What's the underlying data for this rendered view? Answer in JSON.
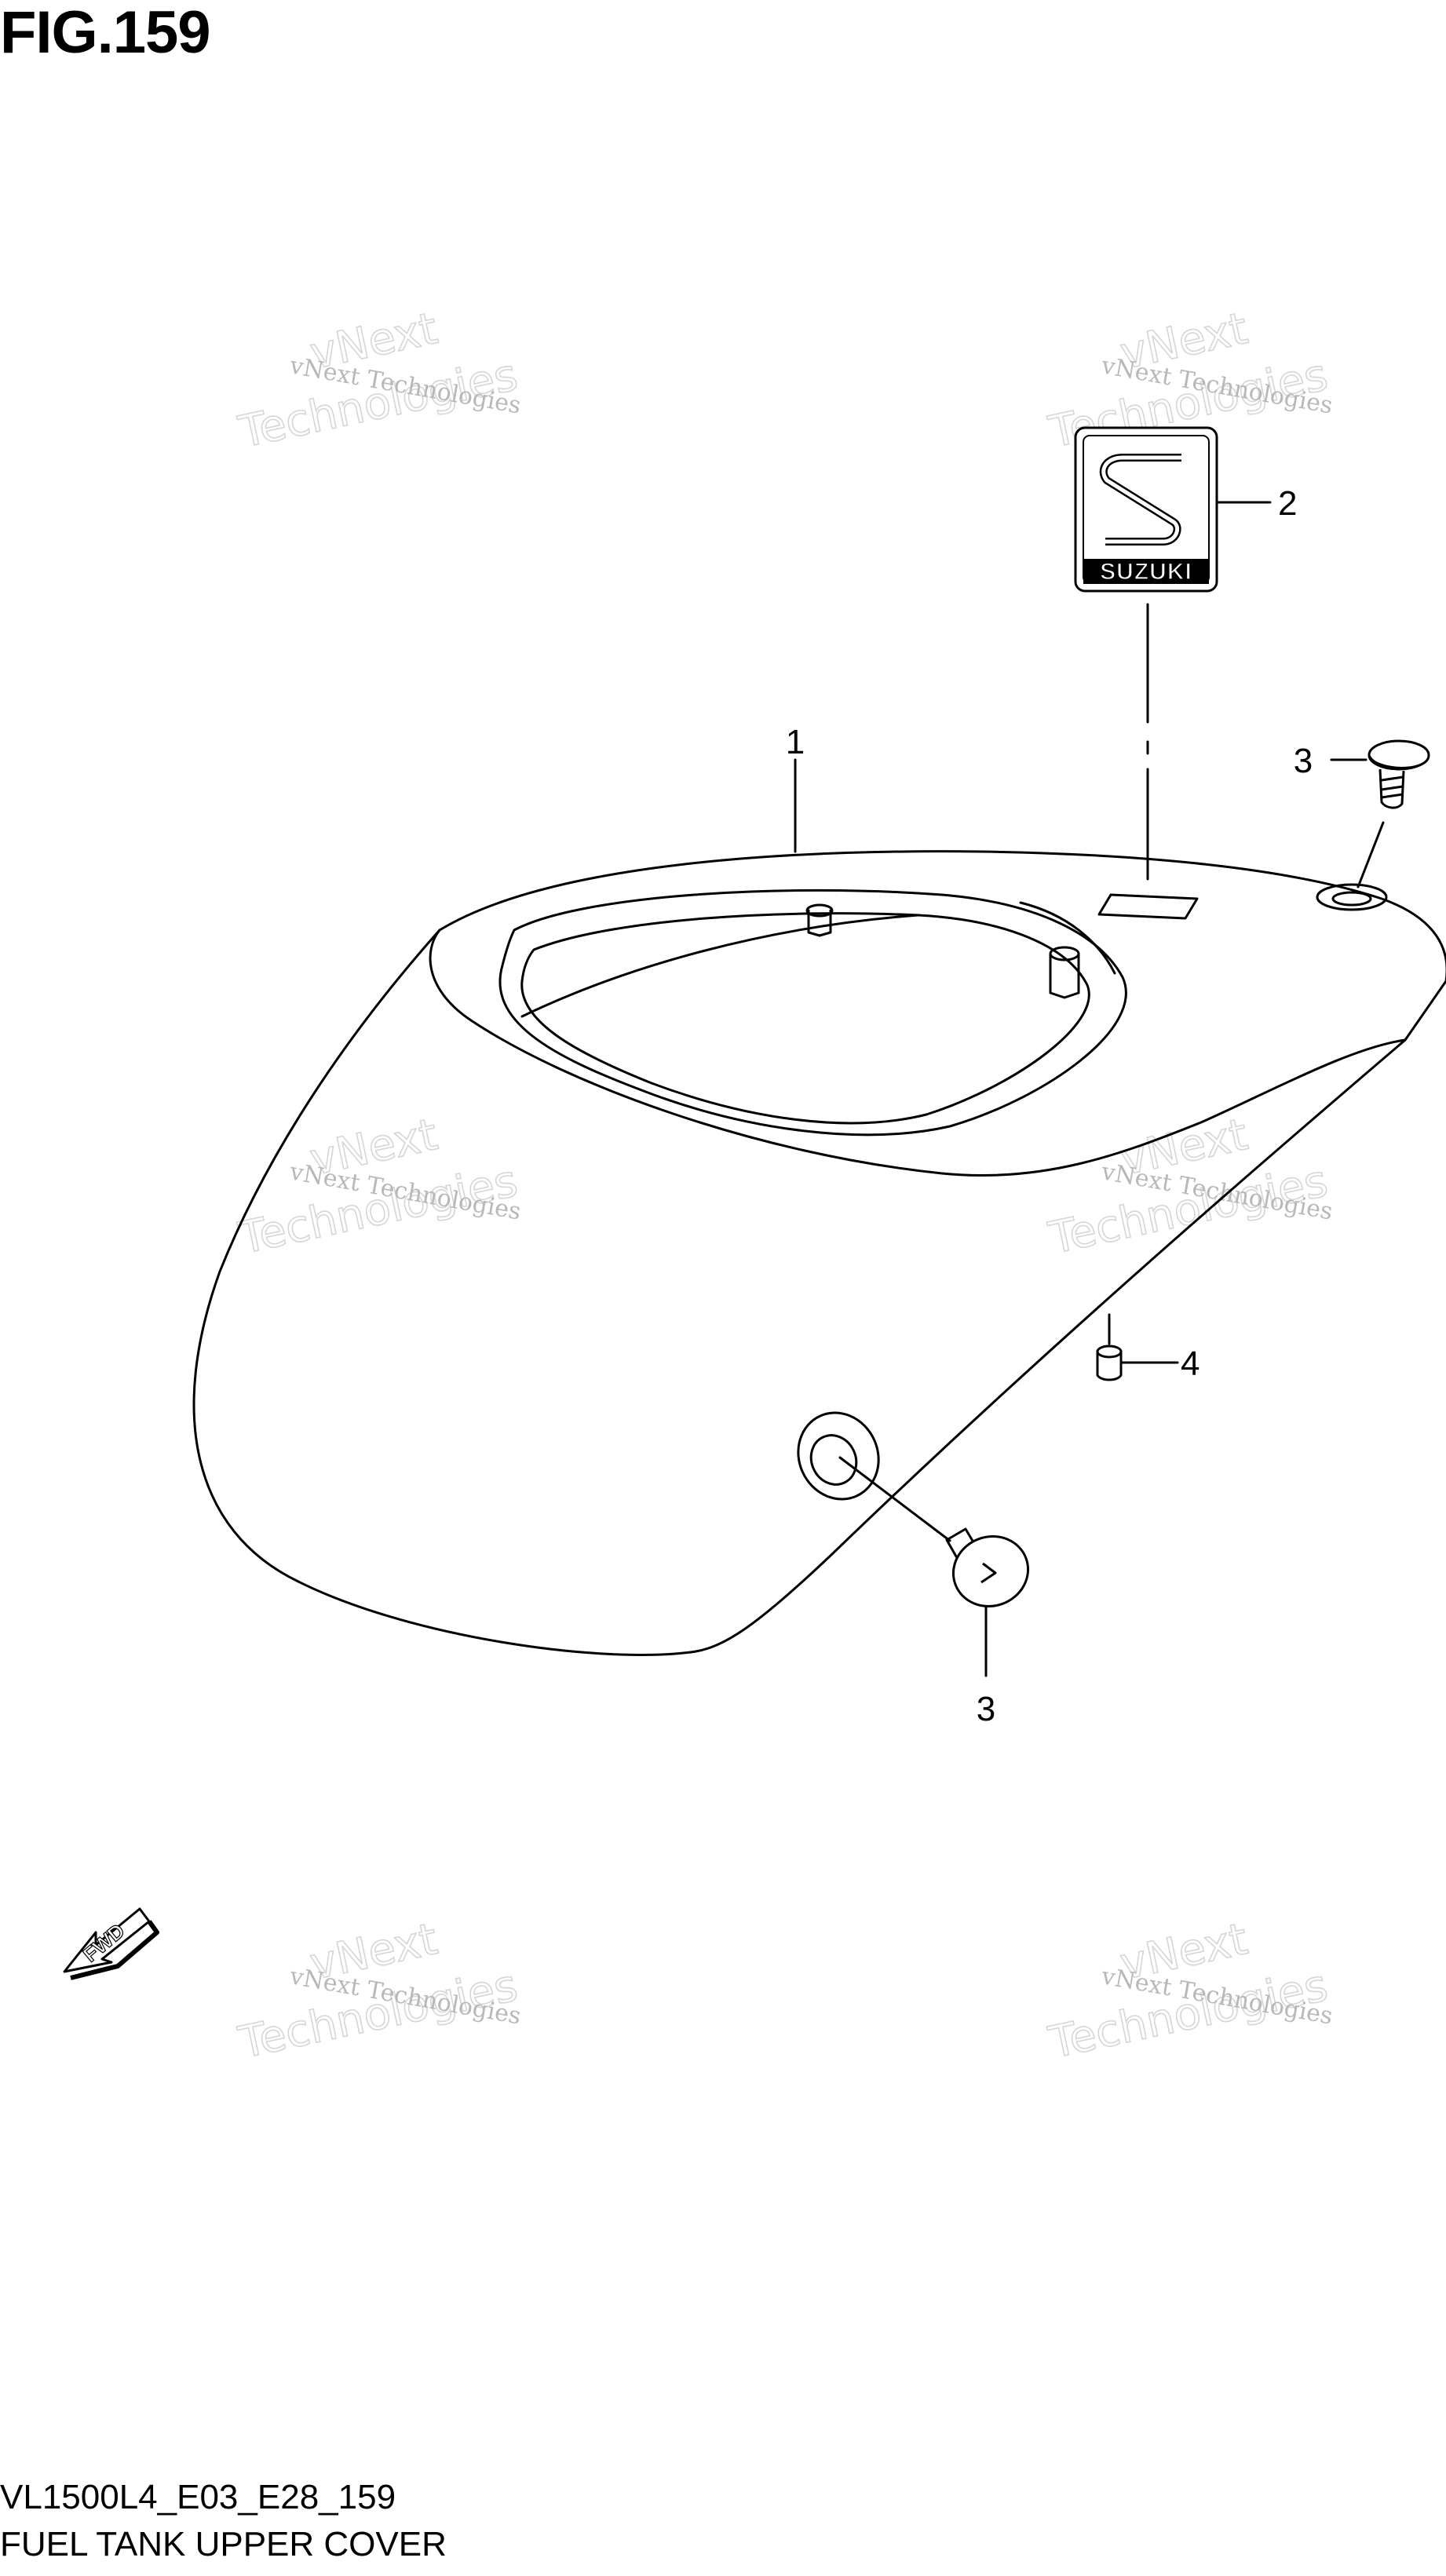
{
  "figure": {
    "title": "FIG.159",
    "code": "VL1500L4_E03_E28_159",
    "name": "FUEL TANK UPPER COVER"
  },
  "callouts": {
    "part_1": "1",
    "part_2": "2",
    "part_3_top": "3",
    "part_3_bottom": "3",
    "part_4": "4"
  },
  "emblem": {
    "brand": "SUZUKI"
  },
  "direction_arrow": {
    "label": "FWD"
  },
  "watermark": {
    "line_small": "vNext Technologies",
    "line_large_1": "vNext",
    "line_large_2": "Technologies"
  },
  "colors": {
    "line": "#000000",
    "background": "#ffffff",
    "watermark": "#b8b8b8"
  }
}
